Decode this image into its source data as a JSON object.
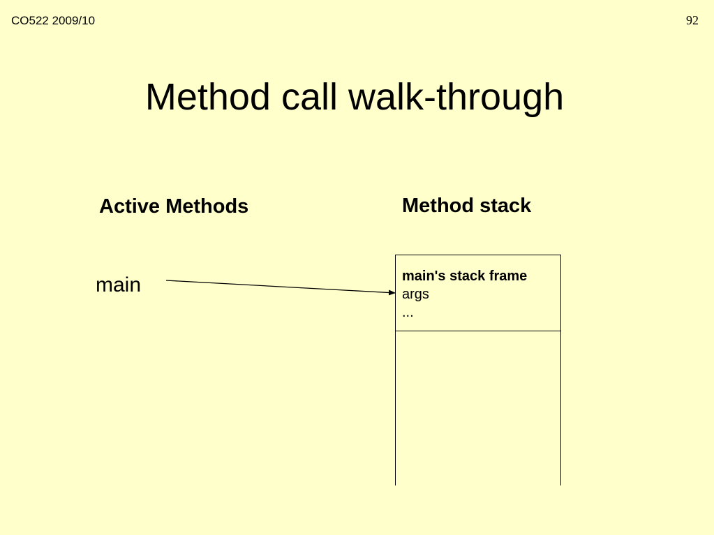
{
  "header": {
    "course": "CO522 2009/10",
    "slide_number": "92"
  },
  "title": "Method call walk-through",
  "columns": {
    "active_methods_heading": "Active Methods",
    "method_stack_heading": "Method stack"
  },
  "active_methods": [
    "main"
  ],
  "stack_frames": [
    {
      "title": "main's stack frame",
      "lines": [
        "args",
        "..."
      ]
    }
  ],
  "colors": {
    "background": "#ffffcc",
    "text": "#000000"
  }
}
